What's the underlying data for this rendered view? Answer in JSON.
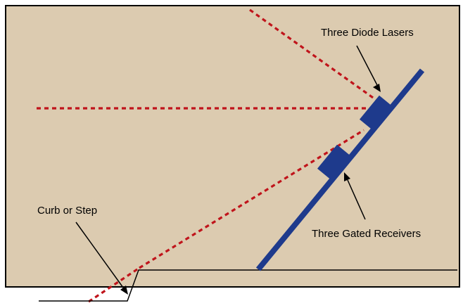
{
  "labels": {
    "lasers": "Three Diode Lasers",
    "receivers": "Three Gated Receivers",
    "curb": "Curb or Step"
  },
  "colors": {
    "background": "#dccbb0",
    "border": "#000000",
    "beam": "#c0141b",
    "mount": "#1e3a8c",
    "ink": "#000000"
  }
}
